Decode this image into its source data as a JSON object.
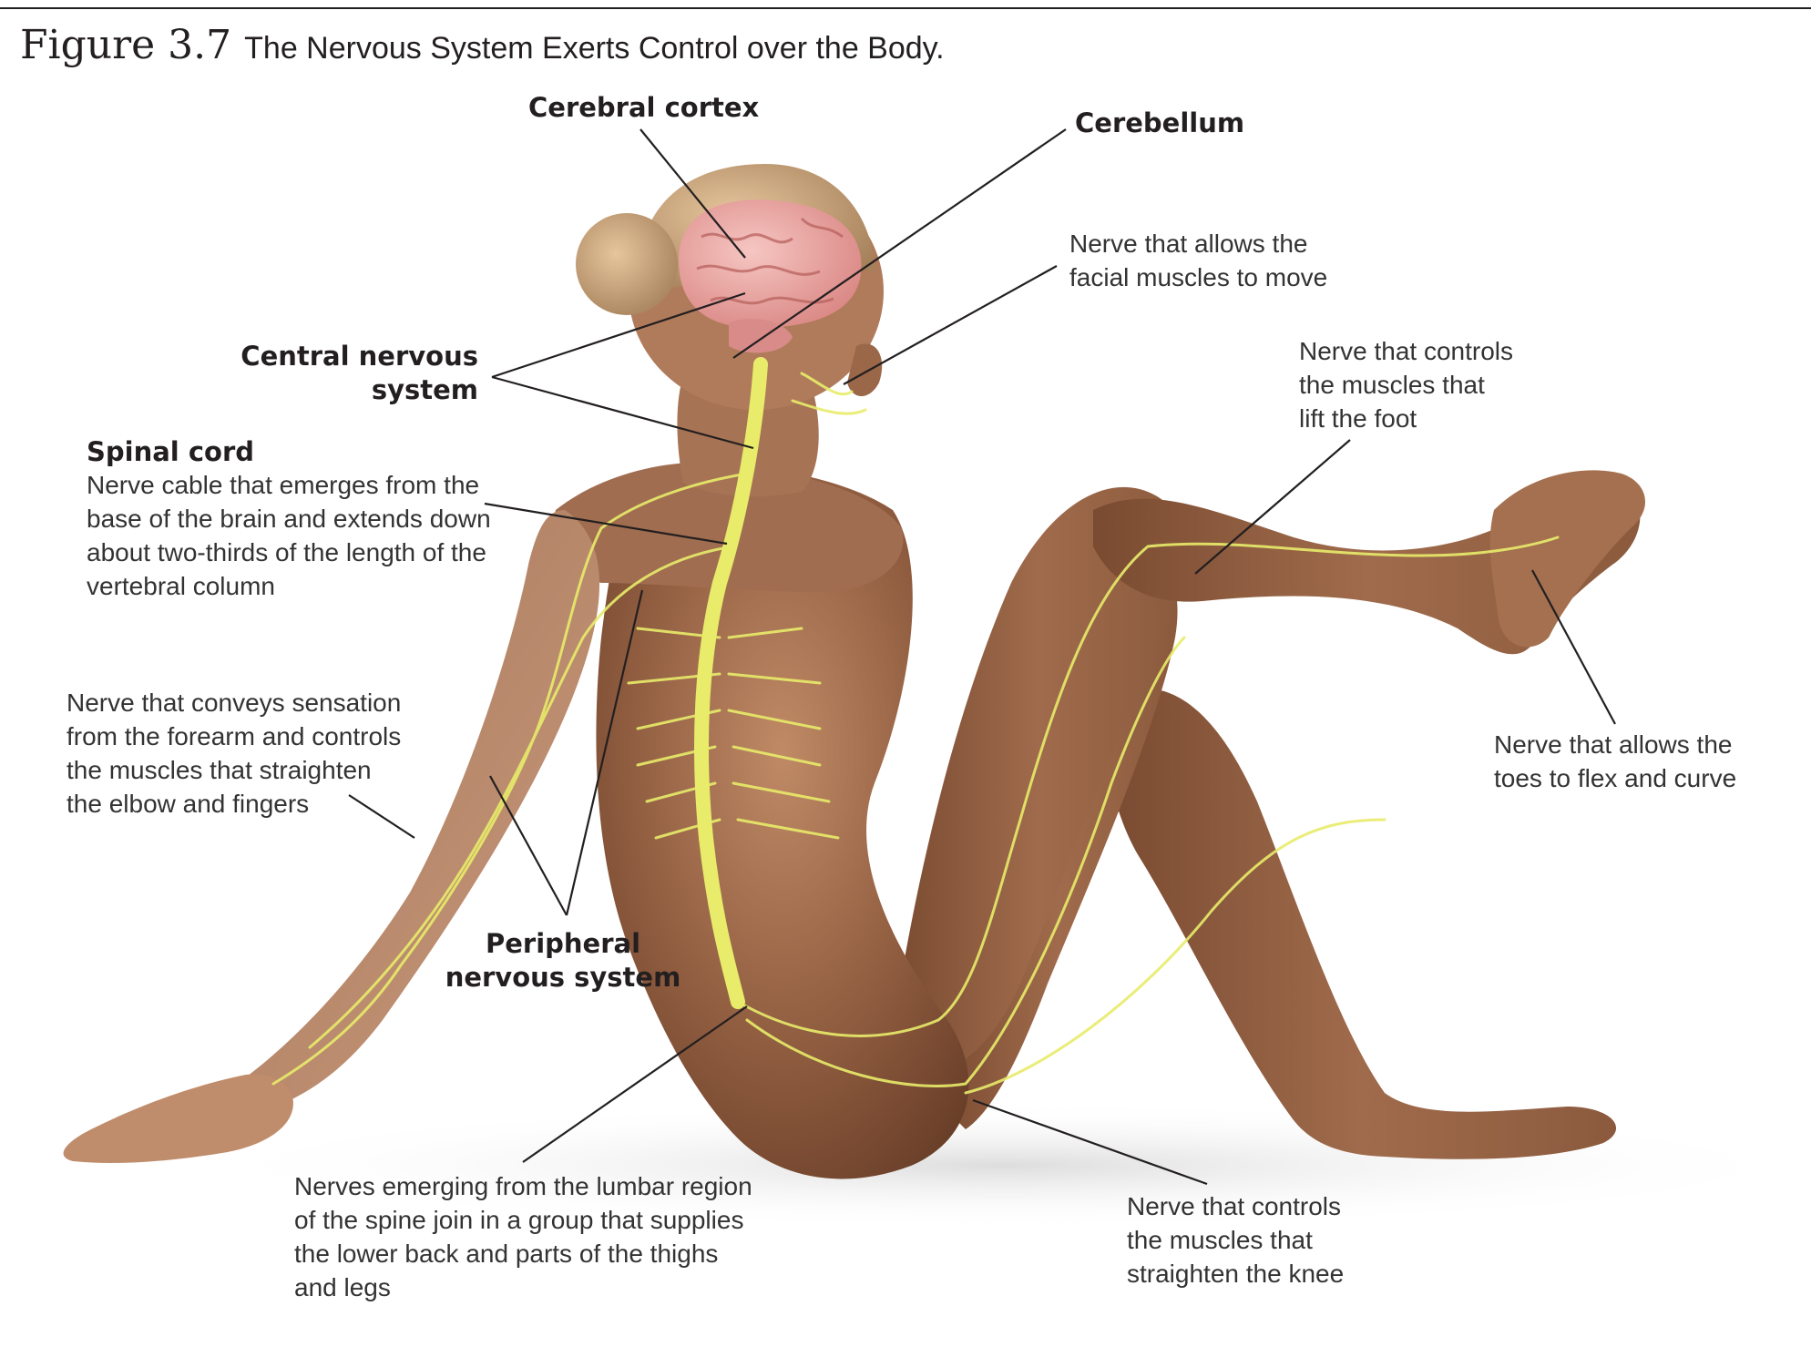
{
  "figure": {
    "number": "Figure 3.7",
    "title": "The Nervous System Exerts Control over the Body."
  },
  "labels": {
    "cerebral_cortex": "Cerebral cortex",
    "cerebellum": "Cerebellum",
    "facial_nerve": [
      "Nerve that allows the",
      "facial muscles to move"
    ],
    "foot_nerve": [
      "Nerve that controls",
      "the muscles that",
      "lift the foot"
    ],
    "central_nervous_system": [
      "Central nervous",
      "system"
    ],
    "spinal_cord_title": "Spinal cord",
    "spinal_cord_desc": [
      "Nerve cable that emerges from the",
      "base of the brain and extends down",
      "about two-thirds of the length of the",
      "vertebral column"
    ],
    "forearm_nerve": [
      "Nerve that conveys sensation",
      "from the forearm and controls",
      "the muscles that straighten",
      "the elbow and fingers"
    ],
    "toes_nerve": [
      "Nerve that allows the",
      "toes to flex and curve"
    ],
    "peripheral_nervous_system": [
      "Peripheral",
      "nervous system"
    ],
    "lumbar_nerves": [
      "Nerves emerging from the lumbar region",
      "of the spine join in a group that supplies",
      "the lower back and parts of the thighs",
      "and legs"
    ],
    "knee_nerve": [
      "Nerve that controls",
      "the muscles that",
      "straighten the knee"
    ]
  },
  "colors": {
    "skin": "#8a5a3e",
    "skin_highlight": "#b57f5c",
    "hair": "#c9a27a",
    "brain": "#e8a4a0",
    "nerve": "#e8ec6a",
    "leader_line": "#231f20"
  }
}
